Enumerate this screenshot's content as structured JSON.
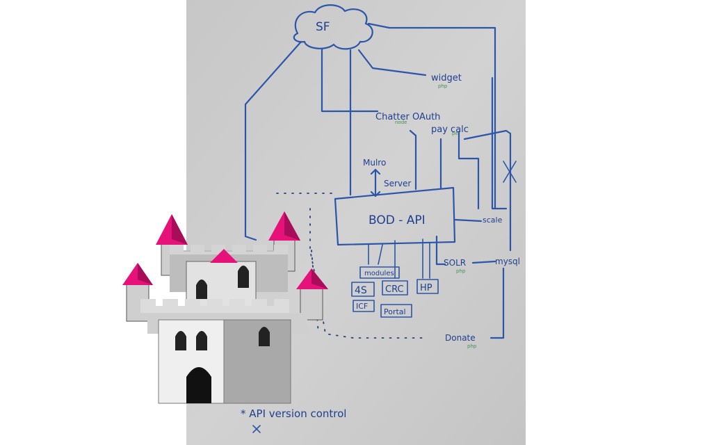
{
  "board": {
    "labels": {
      "sf": "SF",
      "widget": "widget",
      "chatter_oauth": "Chatter OAuth",
      "pay_calc": "pay calc",
      "mulro": "Mulro",
      "server": "Server",
      "bod_api": "BOD - API",
      "scale": "scale",
      "solr": "SOLR",
      "mysql": "mysql",
      "modules": "modules",
      "m4s": "4S",
      "crc": "CRC",
      "hp": "HP",
      "icf": "ICF",
      "portal": "Portal",
      "donate": "Donate",
      "api_version": "* API version control"
    }
  },
  "sticker": {
    "name": "castle",
    "accent_color": "#e6127a",
    "body_color": "#d9d9d9"
  },
  "colors": {
    "ink": "#2a55a8",
    "ink_green": "#3f8f5a",
    "board": "#cacaca",
    "page": "#ffffff"
  }
}
